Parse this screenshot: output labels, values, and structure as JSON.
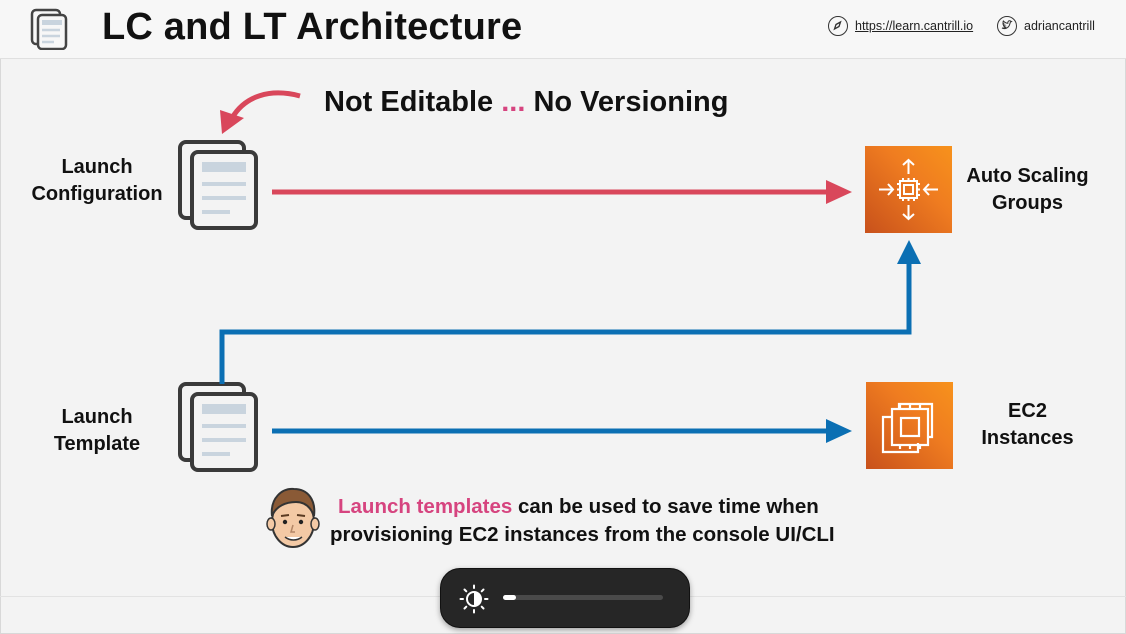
{
  "header": {
    "title": "LC and LT Architecture",
    "site_link": "https://learn.cantrill.io",
    "twitter_handle": "adriancantrill"
  },
  "diagram": {
    "note_part1": "Not Editable",
    "note_dots": "...",
    "note_part2": "No Versioning",
    "lc_label_line1": "Launch",
    "lc_label_line2": "Configuration",
    "lt_label_line1": "Launch",
    "lt_label_line2": "Template",
    "asg_label_line1": "Auto Scaling",
    "asg_label_line2": "Groups",
    "ec2_label_line1": "EC2",
    "ec2_label_line2": "Instances",
    "colors": {
      "lc_arrow": "#d9475b",
      "lt_arrow": "#0b6fb3",
      "highlight": "#d6447f",
      "aws_orange": "#ef7c20"
    }
  },
  "callout": {
    "highlight": "Launch templates",
    "rest_line1": " can be used to save time when",
    "line2": "provisioning EC2 instances from the console UI/CLI"
  },
  "osd": {
    "icon": "brightness-icon",
    "level": 0.08
  }
}
